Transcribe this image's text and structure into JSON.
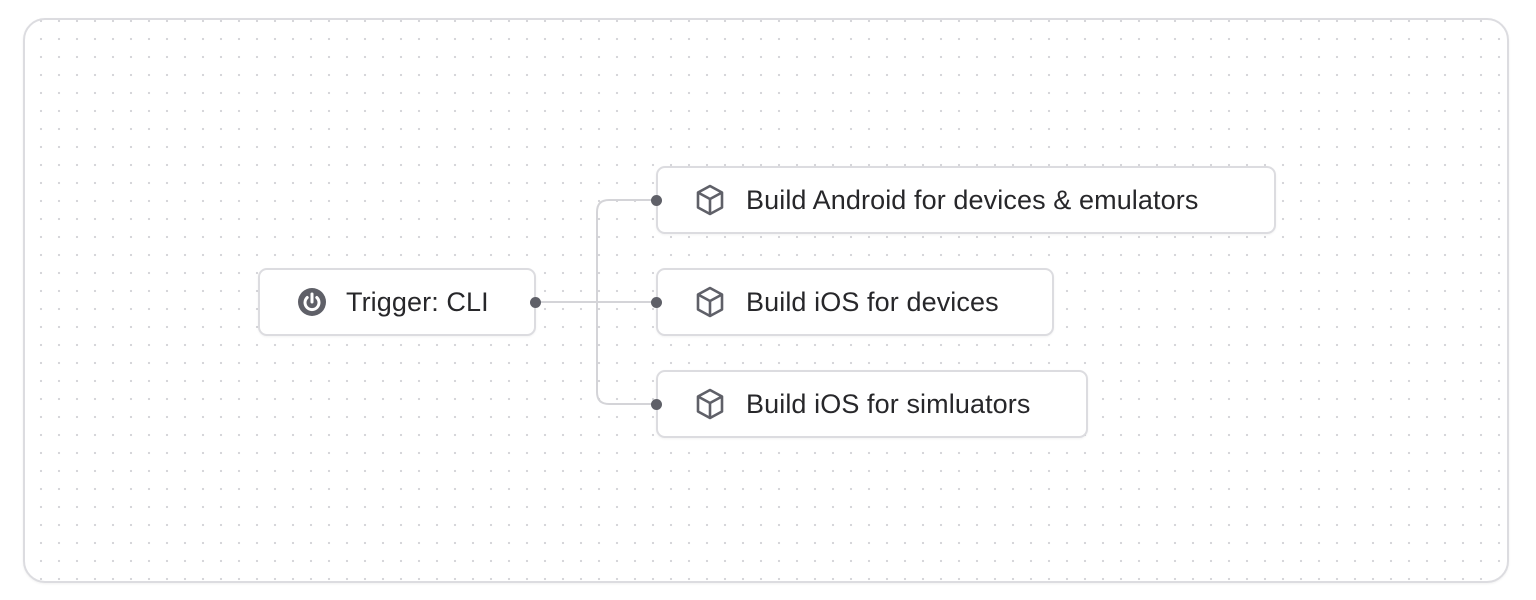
{
  "diagram": {
    "type": "workflow",
    "colors": {
      "node_border": "#dcdce0",
      "edge": "#d4d4d8",
      "handle": "#5f6068",
      "icon": "#5f6068",
      "text": "#27272a",
      "grid_dot": "#d4d4d8"
    },
    "nodes": [
      {
        "id": "trigger",
        "label": "Trigger: CLI",
        "icon": "power-icon"
      },
      {
        "id": "android",
        "label": "Build Android for devices & emulators",
        "icon": "package-cube-icon"
      },
      {
        "id": "ios-dev",
        "label": "Build iOS for devices",
        "icon": "package-cube-icon"
      },
      {
        "id": "ios-sim",
        "label": "Build iOS for simluators",
        "icon": "package-cube-icon"
      }
    ],
    "edges": [
      {
        "from": "trigger",
        "to": "android"
      },
      {
        "from": "trigger",
        "to": "ios-dev"
      },
      {
        "from": "trigger",
        "to": "ios-sim"
      }
    ]
  }
}
